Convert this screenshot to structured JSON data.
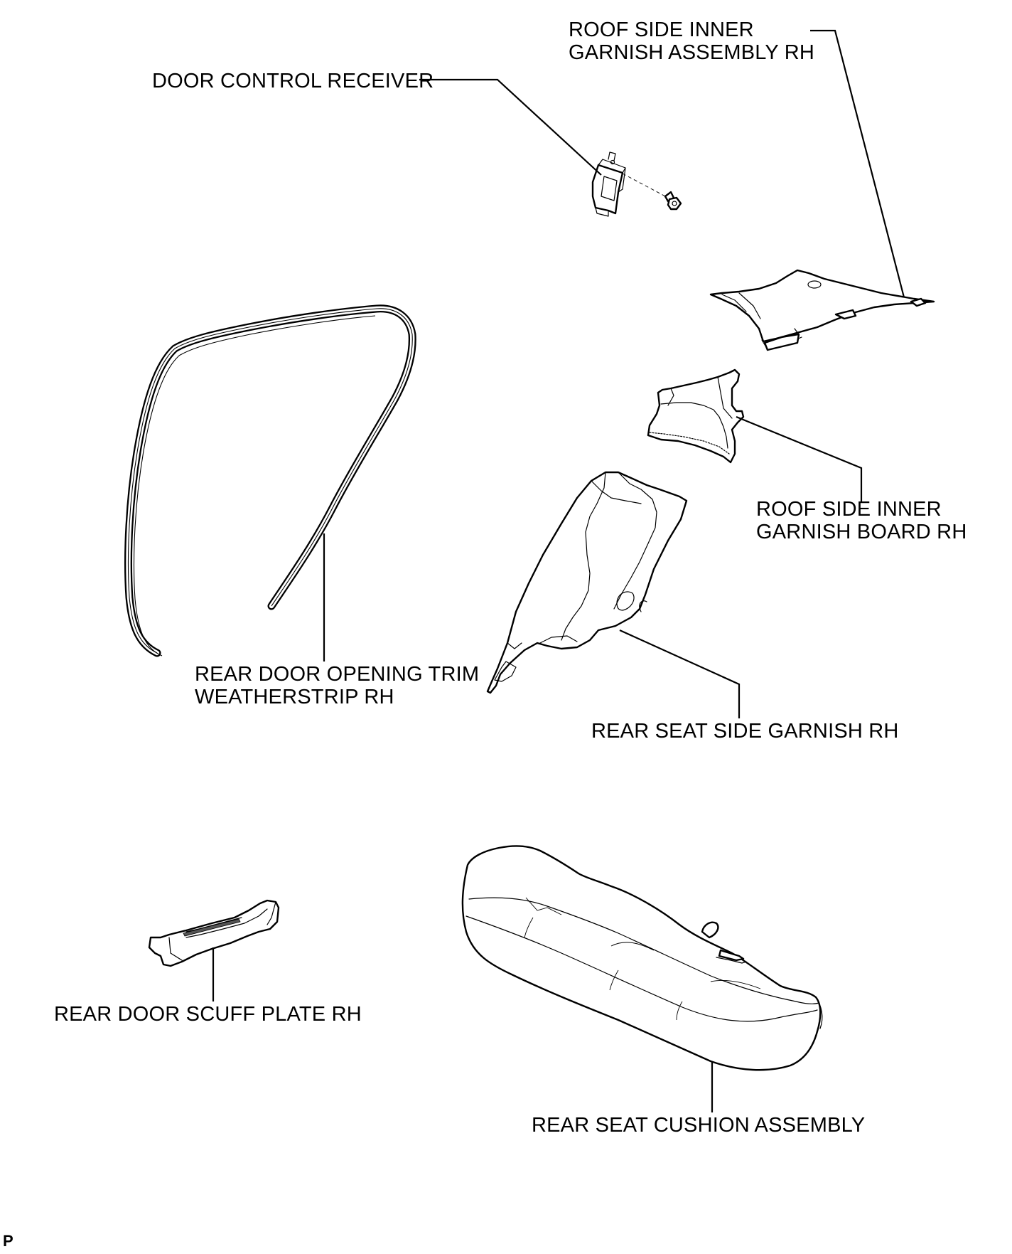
{
  "labels": {
    "door_control_receiver": "DOOR CONTROL RECEIVER",
    "roof_side_inner_garnish_assembly_line1": "ROOF SIDE INNER",
    "roof_side_inner_garnish_assembly_line2": "GARNISH ASSEMBLY RH",
    "roof_side_inner_garnish_board_line1": "ROOF SIDE INNER",
    "roof_side_inner_garnish_board_line2": "GARNISH BOARD RH",
    "rear_door_opening_trim_line1": "REAR DOOR OPENING TRIM",
    "rear_door_opening_trim_line2": "WEATHERSTRIP RH",
    "rear_seat_side_garnish": "REAR SEAT SIDE GARNISH RH",
    "rear_door_scuff_plate": "REAR DOOR SCUFF PLATE RH",
    "rear_seat_cushion_assembly": "REAR SEAT CUSHION ASSEMBLY"
  },
  "corner_mark": "P"
}
